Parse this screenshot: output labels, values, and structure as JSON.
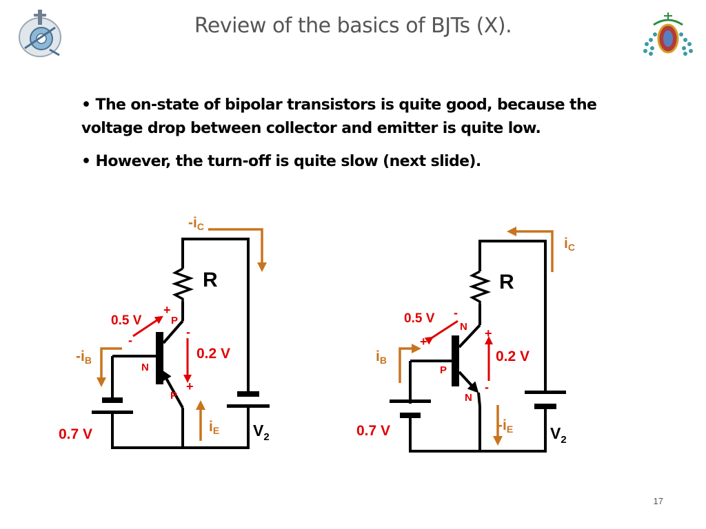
{
  "slide": {
    "title": "Review of the basics of BJTs (X).",
    "bullets": [
      "The on-state of bipolar transistors is quite good, because the voltage drop between collector and emitter is quite low.",
      "However, the turn-off is quite slow (next slide)."
    ],
    "bullet_symbol": "•",
    "page_number": "17"
  },
  "left_circuit": {
    "collector_current": "-i",
    "collector_current_sub": "C",
    "resistor_label": "R",
    "vbe_value": "0.5 V",
    "vbe_plus": "+",
    "vbe_minus": "-",
    "base_region": "N",
    "collector_region": "P",
    "emitter_region": "P",
    "vce_minus": "-",
    "vce_value": "0.2 V",
    "vce_plus": "+",
    "base_current": "-i",
    "base_current_sub": "B",
    "emitter_current": "i",
    "emitter_current_sub": "E",
    "vbb_value": "0.7 V",
    "vcc_label": "V",
    "vcc_label_sub": "2"
  },
  "right_circuit": {
    "collector_current": "i",
    "collector_current_sub": "C",
    "resistor_label": "R",
    "vbe_value": "0.5 V",
    "vbe_minus": "-",
    "vbe_plus": "+",
    "collector_region": "N",
    "base_region": "P",
    "emitter_region": "N",
    "vce_plus": "+",
    "vce_value": "0.2 V",
    "vce_minus": "-",
    "base_current": "i",
    "base_current_sub": "B",
    "emitter_current": "-i",
    "emitter_current_sub": "E",
    "vbb_value": "0.7 V",
    "vcc_label": "V",
    "vcc_label_sub": "2"
  },
  "colors": {
    "wire": "#000000",
    "current_arrow": "#c8741e",
    "voltage": "#e00000",
    "title": "#555555"
  }
}
